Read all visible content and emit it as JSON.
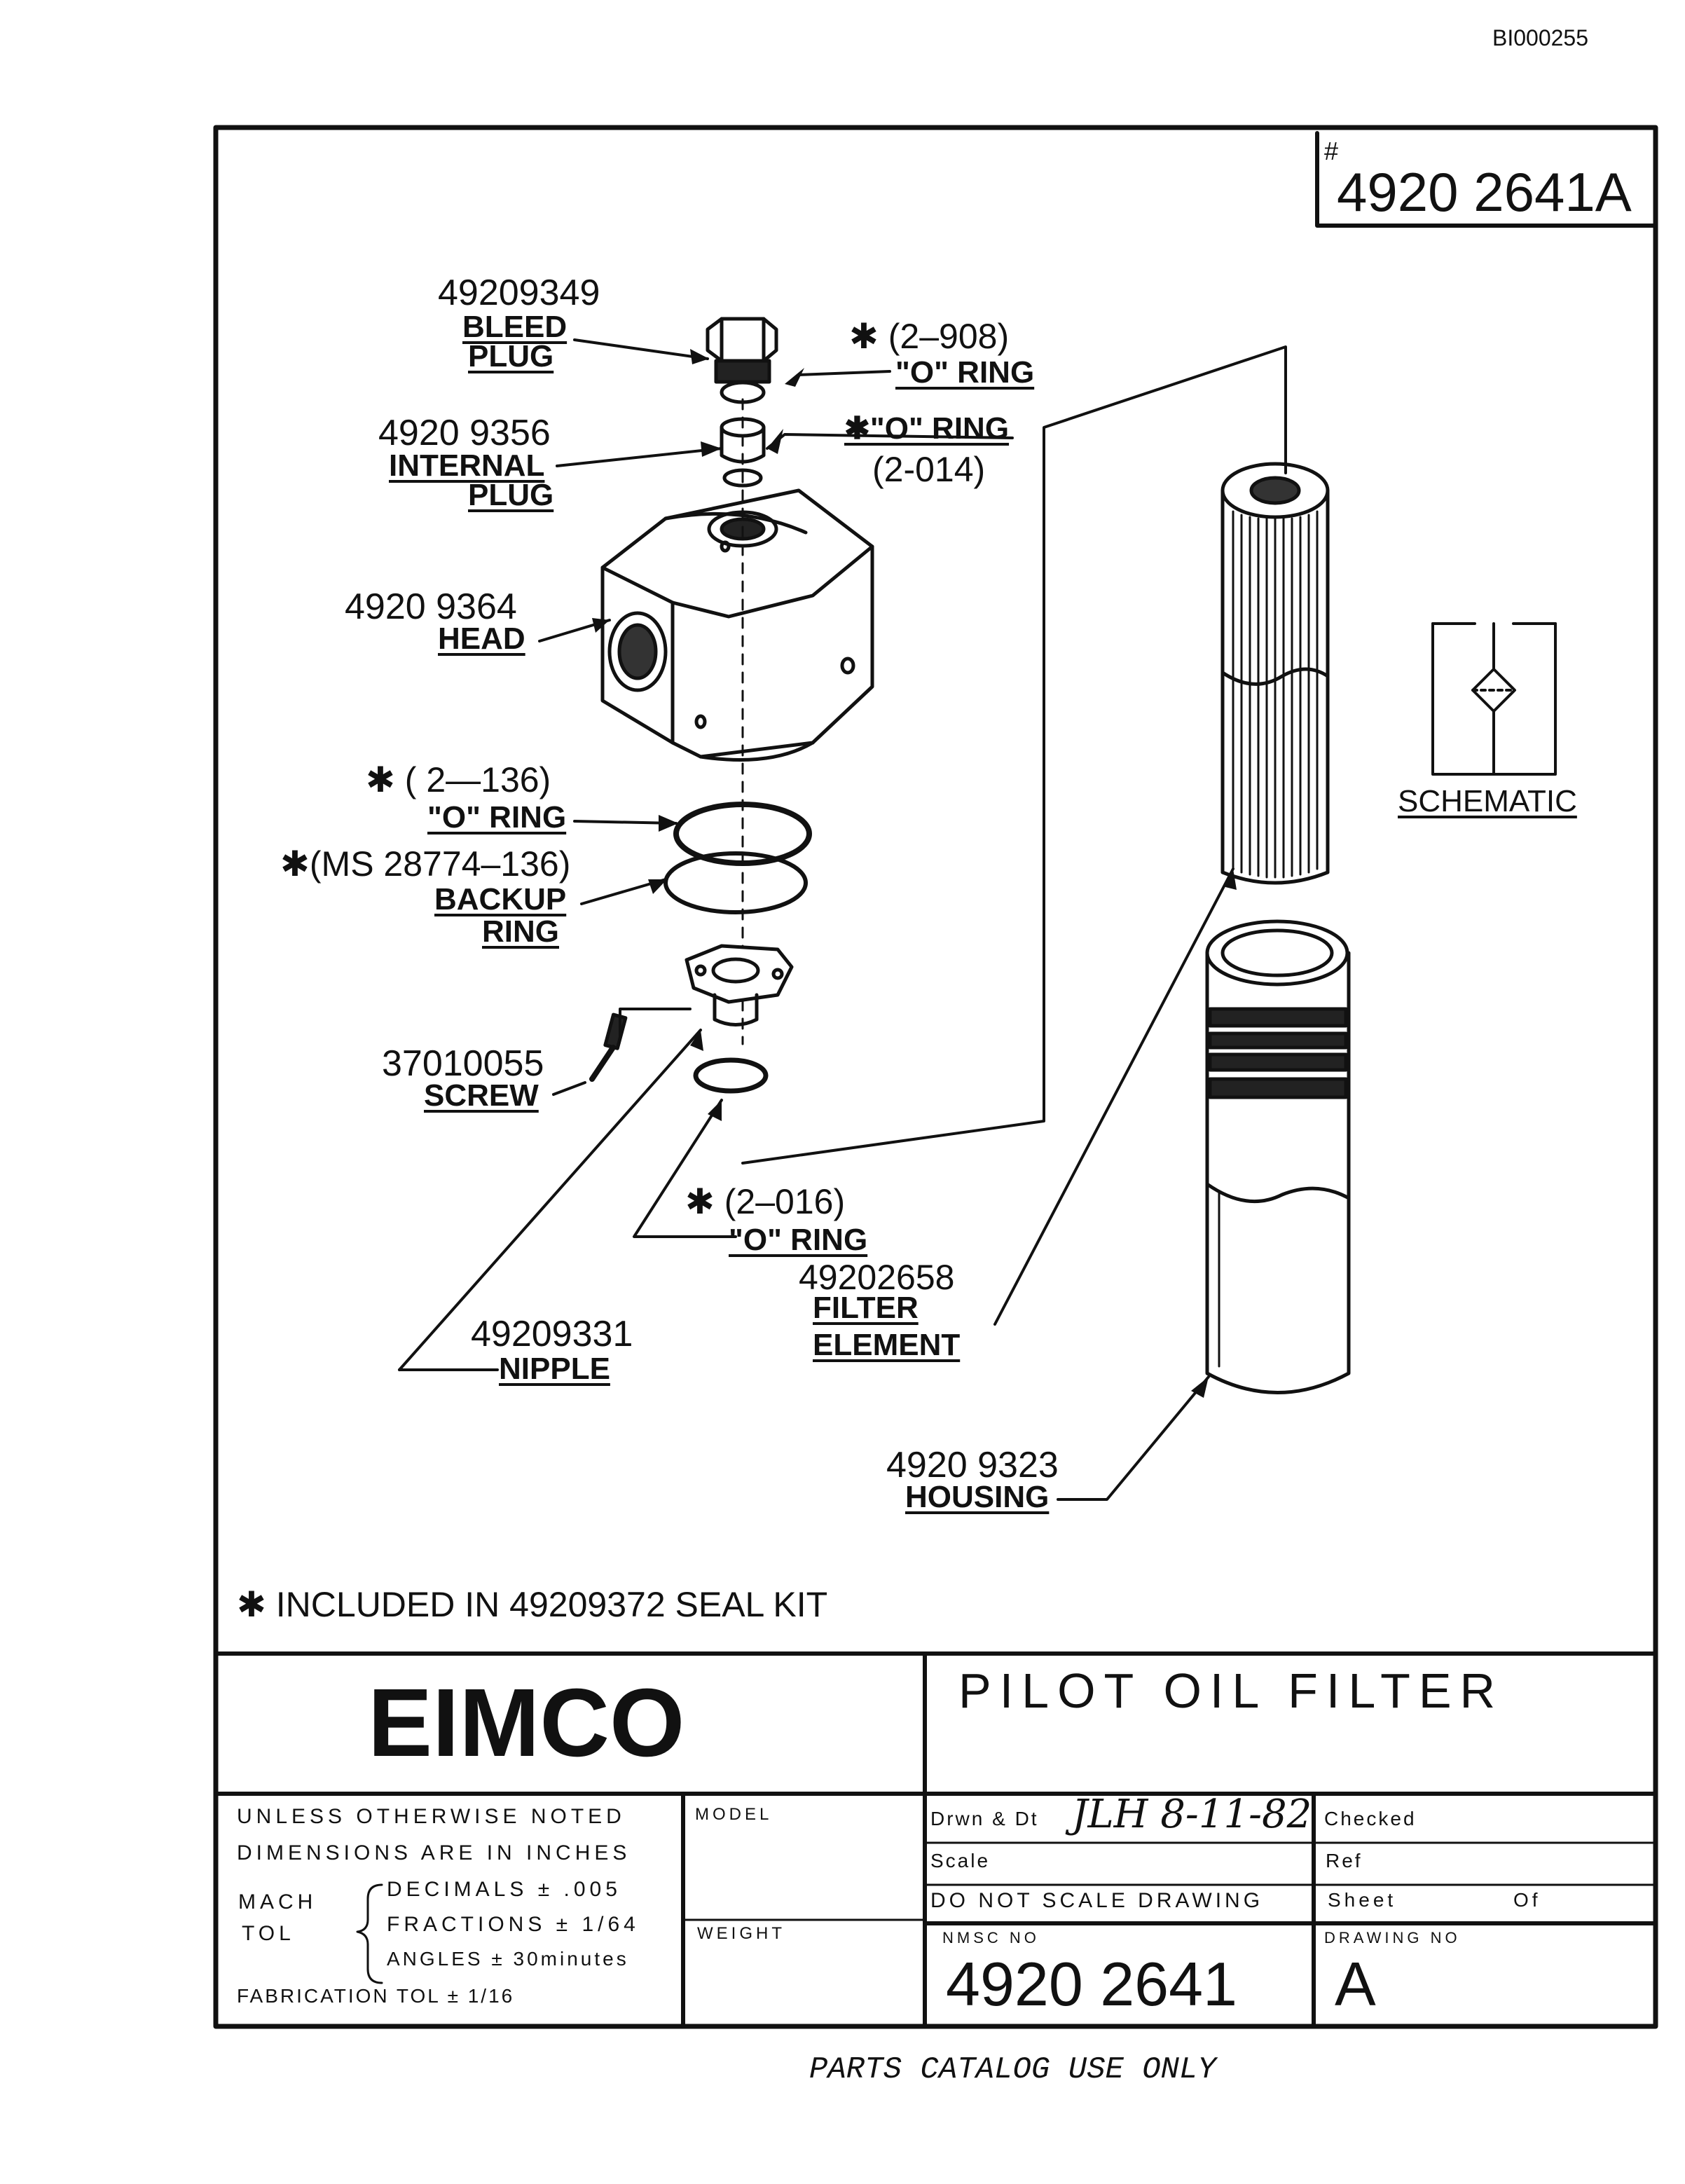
{
  "doc_id": "BI000255",
  "part_number_top": "4920 2641A",
  "part_number_hash": "#",
  "labels": {
    "bleed_plug_num": "49209349",
    "bleed_plug_l1": "BLEED",
    "bleed_plug_l2": "PLUG",
    "oring_908_code": "✱ (2–908)",
    "oring_908_name": "\"O\" RING",
    "internal_plug_num": "4920 9356",
    "internal_plug_l1": "INTERNAL",
    "internal_plug_l2": "PLUG",
    "oring_014_name": "✱\"O\" RING",
    "oring_014_code": "(2-014)",
    "head_num": "4920 9364",
    "head_name": "HEAD",
    "oring_136_code": "✱ ( 2—136)",
    "oring_136_name": "\"O\" RING",
    "backup_code": "✱(MS 28774–136)",
    "backup_l1": "BACKUP",
    "backup_l2": "RING",
    "screw_num": "37010055",
    "screw_name": "SCREW",
    "oring_016_code": "✱ (2–016)",
    "oring_016_name": "\"O\" RING",
    "filter_num": "49202658",
    "filter_l1": "FILTER",
    "filter_l2": "ELEMENT",
    "nipple_num": "49209331",
    "nipple_name": "NIPPLE",
    "housing_num": "4920 9323",
    "housing_name": "HOUSING",
    "schematic": "SCHEMATIC"
  },
  "footnote": "✱ INCLUDED IN 49209372 SEAL KIT",
  "title_block": {
    "company": "EIMCO",
    "title": "PILOT OIL FILTER",
    "notes_l1": "UNLESS OTHERWISE NOTED",
    "notes_l2": "DIMENSIONS ARE IN INCHES",
    "mach": "MACH",
    "tol": "TOL",
    "decimals": "DECIMALS ± .005",
    "fractions": "FRACTIONS ± 1/64",
    "angles": "ANGLES ± 30minutes",
    "fab_tol": "FABRICATION TOL ± 1/16",
    "model_label": "MODEL",
    "weight_label": "WEIGHT",
    "drawn_label": "Drwn & Dt",
    "drawn_value": "JLH 8-11-82",
    "checked_label": "Checked",
    "scale_label": "Scale",
    "ref_label": "Ref",
    "do_not_scale": "DO NOT SCALE DRAWING",
    "sheet_label": "Sheet",
    "sheet_of": "Of",
    "nmsc_label": "NMSC NO",
    "nmsc_value": "4920 2641",
    "drawing_no_label": "DRAWING NO",
    "drawing_no_value": "A"
  },
  "bottom_note": "PARTS CATALOG USE ONLY"
}
